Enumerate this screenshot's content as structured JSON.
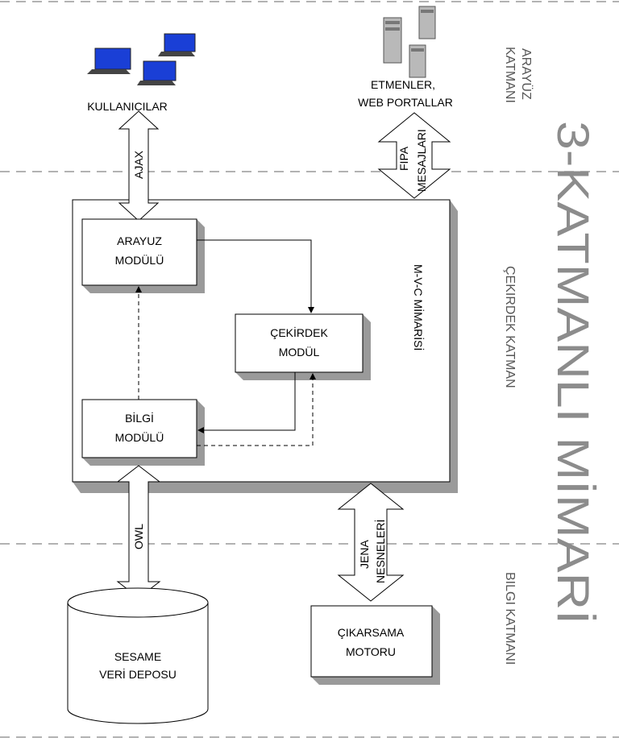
{
  "title": "3-KATMANLI MİMARİ",
  "layers": {
    "interface": [
      "ARAYÜZ",
      "KATMANI"
    ],
    "core": "ÇEKIRDEK KATMAN",
    "data": "BILGI KATMANI"
  },
  "architecture_label": "M-V-C MİMARİSİ",
  "nodes": {
    "users": "KULLANICILAR",
    "agents_line1": "ETMENLER,",
    "agents_line2": "WEB PORTALLAR",
    "interface_module_line1": "ARAYUZ",
    "interface_module_line2": "MODÜLÜ",
    "core_module_line1": "ÇEKİRDEK",
    "core_module_line2": "MODÜL",
    "knowledge_module_line1": "BİLGİ",
    "knowledge_module_line2": "MODÜLÜ",
    "repository_line1": "SESAME",
    "repository_line2": "VERİ DEPOSU",
    "inference_line1": "ÇIKARSAMA",
    "inference_line2": "MOTORU"
  },
  "arrows": {
    "ajax": "AJAX",
    "fipa_line1": "FIPA",
    "fipa_line2": "MESAJLARI",
    "owl": "OWL",
    "jena_line1": "JENA",
    "jena_line2": "NESNELERİ"
  },
  "colors": {
    "shadow": "#9a9a9a",
    "title_gray": "#8c8c8c",
    "laptop_screen": "#1a3fd6",
    "server": "#b9b9b9"
  }
}
